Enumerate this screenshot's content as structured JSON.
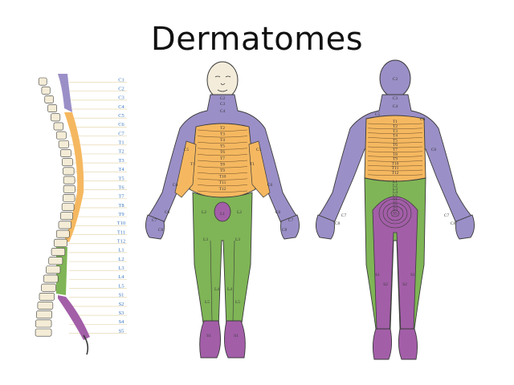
{
  "title": "Dermatomes",
  "colors": {
    "cervical": "#9b8fc7",
    "thoracic": "#f5b860",
    "lumbar": "#7fb556",
    "sacral": "#a35ea8",
    "bone": "#f4ecd6",
    "skin": "#f3ecda"
  },
  "spine": {
    "levels": [
      "C1",
      "C2",
      "C3",
      "C4",
      "C5",
      "C6",
      "C7",
      "T1",
      "T2",
      "T3",
      "T4",
      "T5",
      "T6",
      "T7",
      "T8",
      "T9",
      "T10",
      "T11",
      "T12",
      "L1",
      "L2",
      "L3",
      "L4",
      "L5",
      "S1",
      "S2",
      "S3",
      "S4",
      "S5"
    ]
  },
  "front": {
    "neck": [
      "C2",
      "C3",
      "C4"
    ],
    "chest": [
      "T2",
      "T3",
      "T4",
      "T5",
      "T6",
      "T7",
      "T8",
      "T9",
      "T10",
      "T11",
      "T12"
    ],
    "arm_left": [
      "C5",
      "T1",
      "C6"
    ],
    "arm_right": [
      "C5",
      "T1",
      "C6"
    ],
    "hands": [
      "C7",
      "C8",
      "C6",
      "C7",
      "C8",
      "C6"
    ],
    "groin": [
      "L1",
      "L2",
      "L2"
    ],
    "legs": [
      "L3",
      "L3",
      "L4",
      "L4",
      "L5",
      "L5",
      "S1",
      "S1"
    ]
  },
  "back": {
    "head": [
      "C2"
    ],
    "neck": [
      "C3",
      "C4"
    ],
    "shoulders": [
      "C5",
      "C6"
    ],
    "trunk": [
      "T1",
      "T2",
      "T3",
      "T4",
      "T5",
      "T6",
      "T7",
      "T8",
      "T9",
      "T10",
      "T11",
      "T12"
    ],
    "lumbar": [
      "L1",
      "L2",
      "L3",
      "L4",
      "L5",
      "S1",
      "S2",
      "S3",
      "S4",
      "S5"
    ],
    "arms": [
      "C7",
      "C8",
      "C7",
      "C8",
      "C6"
    ],
    "legs": [
      "S1",
      "S2",
      "S2",
      "S1"
    ]
  }
}
